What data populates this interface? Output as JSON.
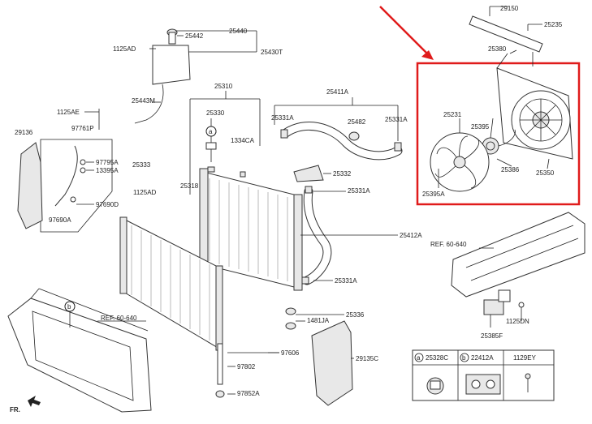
{
  "highlight_color": "#e01b1b",
  "callouts": {
    "p29150": "29150",
    "p25235": "25235",
    "p25380": "25380",
    "p25231": "25231",
    "p25395": "25395",
    "p25386": "25386",
    "p25350": "25350",
    "p25395A": "25395A",
    "p25440": "25440",
    "p25442": "25442",
    "p1125AD_top": "1125AD",
    "p25430T": "25430T",
    "p25443M": "25443M",
    "p1125AE": "1125AE",
    "p97761P": "97761P",
    "p29136": "29136",
    "p97795A": "97795A",
    "p13395A": "13395A",
    "p97690D": "97690D",
    "p97690A": "97690A",
    "p25310": "25310",
    "p25330": "25330",
    "p1334CA": "1334CA",
    "p25333": "25333",
    "p1125AD_mid": "1125AD",
    "p25318": "25318",
    "p25411A": "25411A",
    "p25331A_1": "25331A",
    "p25482": "25482",
    "p25331A_2": "25331A",
    "p25332": "25332",
    "p25331A_3": "25331A",
    "p25412A": "25412A",
    "p25331A_4": "25331A",
    "p25336": "25336",
    "p1481JA": "1481JA",
    "p97606": "97606",
    "p97802": "97802",
    "p97852A": "97852A",
    "p29135C": "29135C",
    "ref_left": "REF. 60-640",
    "ref_right": "REF. 60-640",
    "p1125DN": "1125DN",
    "p25385F": "25385F",
    "circle_a": "a",
    "circle_b": "b",
    "circle_b2": "b",
    "fr": "FR."
  },
  "legend_table": {
    "col_a_circle": "a",
    "col_a_part": "25328C",
    "col_b_circle": "b",
    "col_b_part": "22412A",
    "col_c_part": "1129EY"
  }
}
